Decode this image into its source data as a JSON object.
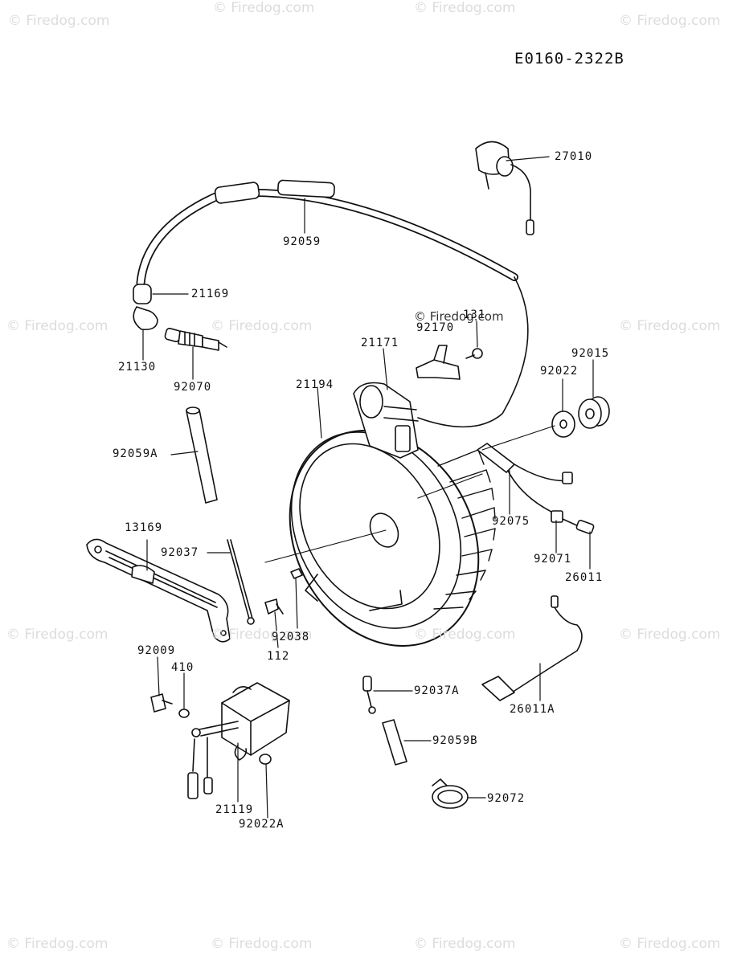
{
  "diagram_code": "E0160-2322B",
  "watermark": "© Firedog.com",
  "parts": {
    "p27010": "27010",
    "p92059": "92059",
    "p21169": "21169",
    "p21130": "21130",
    "p92070": "92070",
    "p92059A": "92059A",
    "p13169": "13169",
    "p92037": "92037",
    "p21194": "21194",
    "p21171": "21171",
    "p92170": "92170",
    "p131": "131",
    "p92015": "92015",
    "p92022": "92022",
    "p92075": "92075",
    "p92071": "92071",
    "p26011": "26011",
    "p92038": "92038",
    "p112": "112",
    "p92009": "92009",
    "p410": "410",
    "p21119": "21119",
    "p92022A": "92022A",
    "p92037A": "92037A",
    "p92059B": "92059B",
    "p26011A": "26011A",
    "p92072": "92072"
  }
}
